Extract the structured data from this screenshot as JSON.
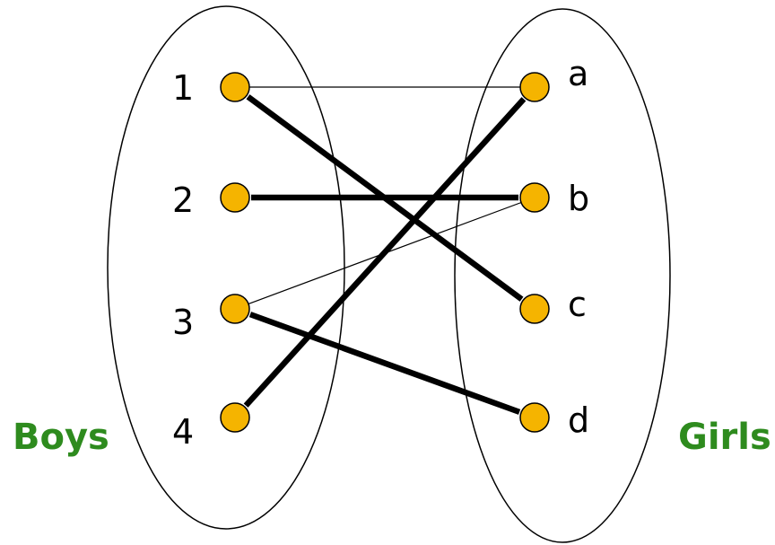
{
  "colors": {
    "node_fill": "#F5B400",
    "set_label": "#2E8B1E",
    "stroke": "#000000"
  },
  "sets": {
    "left_label": "Boys",
    "right_label": "Girls"
  },
  "boys": [
    {
      "id": "1",
      "label": "1"
    },
    {
      "id": "2",
      "label": "2"
    },
    {
      "id": "3",
      "label": "3"
    },
    {
      "id": "4",
      "label": "4"
    }
  ],
  "girls": [
    {
      "id": "a",
      "label": "a"
    },
    {
      "id": "b",
      "label": "b"
    },
    {
      "id": "c",
      "label": "c"
    },
    {
      "id": "d",
      "label": "d"
    }
  ],
  "edges": [
    {
      "from": "1",
      "to": "a",
      "weight": "thin"
    },
    {
      "from": "1",
      "to": "c",
      "weight": "thick"
    },
    {
      "from": "2",
      "to": "b",
      "weight": "thick"
    },
    {
      "from": "3",
      "to": "b",
      "weight": "thin"
    },
    {
      "from": "3",
      "to": "d",
      "weight": "thick"
    },
    {
      "from": "4",
      "to": "a",
      "weight": "thick"
    }
  ]
}
